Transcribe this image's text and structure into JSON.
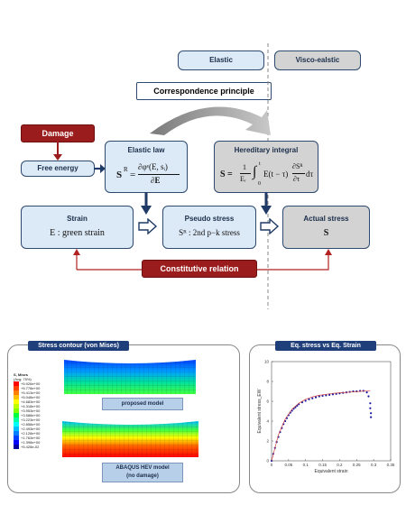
{
  "header": {
    "elastic": "Elastic",
    "visco": "Visco-ealstic",
    "correspondence": "Correspondence principle"
  },
  "damage": "Damage",
  "free_energy": "Free energy",
  "elastic_law": {
    "title": "Elastic law",
    "formula_lhs": "S",
    "formula_sup": "R",
    "formula_eq": "=",
    "numerator": "∂φᵉ(E, sᵢ)",
    "denominator": "∂E"
  },
  "hereditary": {
    "title": "Hereditary integral",
    "formula_lhs": "S =",
    "frac_num": "1",
    "frac_den": "Eᵣ",
    "integral": "∫",
    "int_top": "t",
    "int_bot": "0",
    "body": "E(t − τ)",
    "num2": "∂Sᴿ",
    "den2": "∂τ",
    "dtau": "dτ"
  },
  "strain": {
    "title": "Strain",
    "formula": "E : green strain"
  },
  "pseudo": {
    "title": "Pseudo stress",
    "formula": "Sᴿ : 2nd  p−k  stress"
  },
  "actual": {
    "title": "Actual stress",
    "formula": "S"
  },
  "constitutive": "Constitutive relation",
  "contour_panel": {
    "title": "Stress contour (von Mises)",
    "legend_title": "S, Mises",
    "legend_sub": "(Avg: 75%)",
    "legend_values": [
      "+5.926e+00",
      "+5.778e+00",
      "+5.413e+00",
      "+5.048e+00",
      "+4.683e+00",
      "+4.318e+00",
      "+3.953e+00",
      "+3.588e+00",
      "+3.223e+00",
      "+2.858e+00",
      "+2.493e+00",
      "+2.128e+00",
      "+1.763e+00",
      "+1.398e+00",
      "+5.428e-02"
    ],
    "legend_colors": [
      "#ff0000",
      "#ff4000",
      "#ff8000",
      "#ffbf00",
      "#ffff00",
      "#bfff00",
      "#80ff00",
      "#00ff40",
      "#00ff9f",
      "#00ffff",
      "#00bfff",
      "#0080ff",
      "#0040ff",
      "#0000ff",
      "#0000a0"
    ],
    "model1": "proposed model",
    "model2_line1": "ABAQUS HEV model",
    "model2_line2": "(no damage)"
  },
  "chart_panel": {
    "title": "Eq. stress vs Eq. Strain"
  },
  "chart_data": {
    "type": "scatter",
    "title": "",
    "xlabel": "Equivalent strain",
    "ylabel": "Equivalent stress_EW",
    "xlim": [
      0,
      0.35
    ],
    "ylim": [
      0,
      10
    ],
    "x_ticks": [
      "0",
      "0.05",
      "0.1",
      "0.15",
      "0.2",
      "0.25",
      "0.3",
      "0.35"
    ],
    "y_ticks": [
      "0",
      "2",
      "4",
      "6",
      "8",
      "10"
    ],
    "series": [
      {
        "style": "markers",
        "color": "#1a1aa0",
        "x": [
          0.0,
          0.005,
          0.01,
          0.015,
          0.02,
          0.025,
          0.03,
          0.035,
          0.04,
          0.045,
          0.05,
          0.055,
          0.06,
          0.065,
          0.07,
          0.075,
          0.08,
          0.09,
          0.1,
          0.11,
          0.12,
          0.13,
          0.14,
          0.15,
          0.16,
          0.17,
          0.18,
          0.19,
          0.2,
          0.21,
          0.22,
          0.23,
          0.24,
          0.25,
          0.26,
          0.27,
          0.28,
          0.285,
          0.29,
          0.29,
          0.292,
          0.292
        ],
        "y": [
          0.0,
          0.7,
          1.3,
          1.9,
          2.4,
          2.9,
          3.3,
          3.7,
          4.0,
          4.3,
          4.6,
          4.85,
          5.05,
          5.25,
          5.4,
          5.55,
          5.7,
          5.9,
          6.05,
          6.2,
          6.3,
          6.4,
          6.5,
          6.55,
          6.6,
          6.65,
          6.7,
          6.75,
          6.8,
          6.85,
          6.9,
          6.95,
          7.0,
          7.0,
          7.05,
          7.05,
          6.9,
          6.5,
          5.8,
          5.3,
          4.8,
          4.4
        ]
      },
      {
        "style": "line",
        "color": "#d04040",
        "x": [
          0.0,
          0.02,
          0.04,
          0.06,
          0.08,
          0.1,
          0.12,
          0.14,
          0.16,
          0.18,
          0.2,
          0.22,
          0.24,
          0.26,
          0.28,
          0.29
        ],
        "y": [
          0.0,
          2.6,
          4.2,
          5.2,
          5.8,
          6.2,
          6.45,
          6.6,
          6.7,
          6.8,
          6.85,
          6.9,
          6.95,
          7.0,
          7.05,
          7.05
        ]
      }
    ]
  }
}
